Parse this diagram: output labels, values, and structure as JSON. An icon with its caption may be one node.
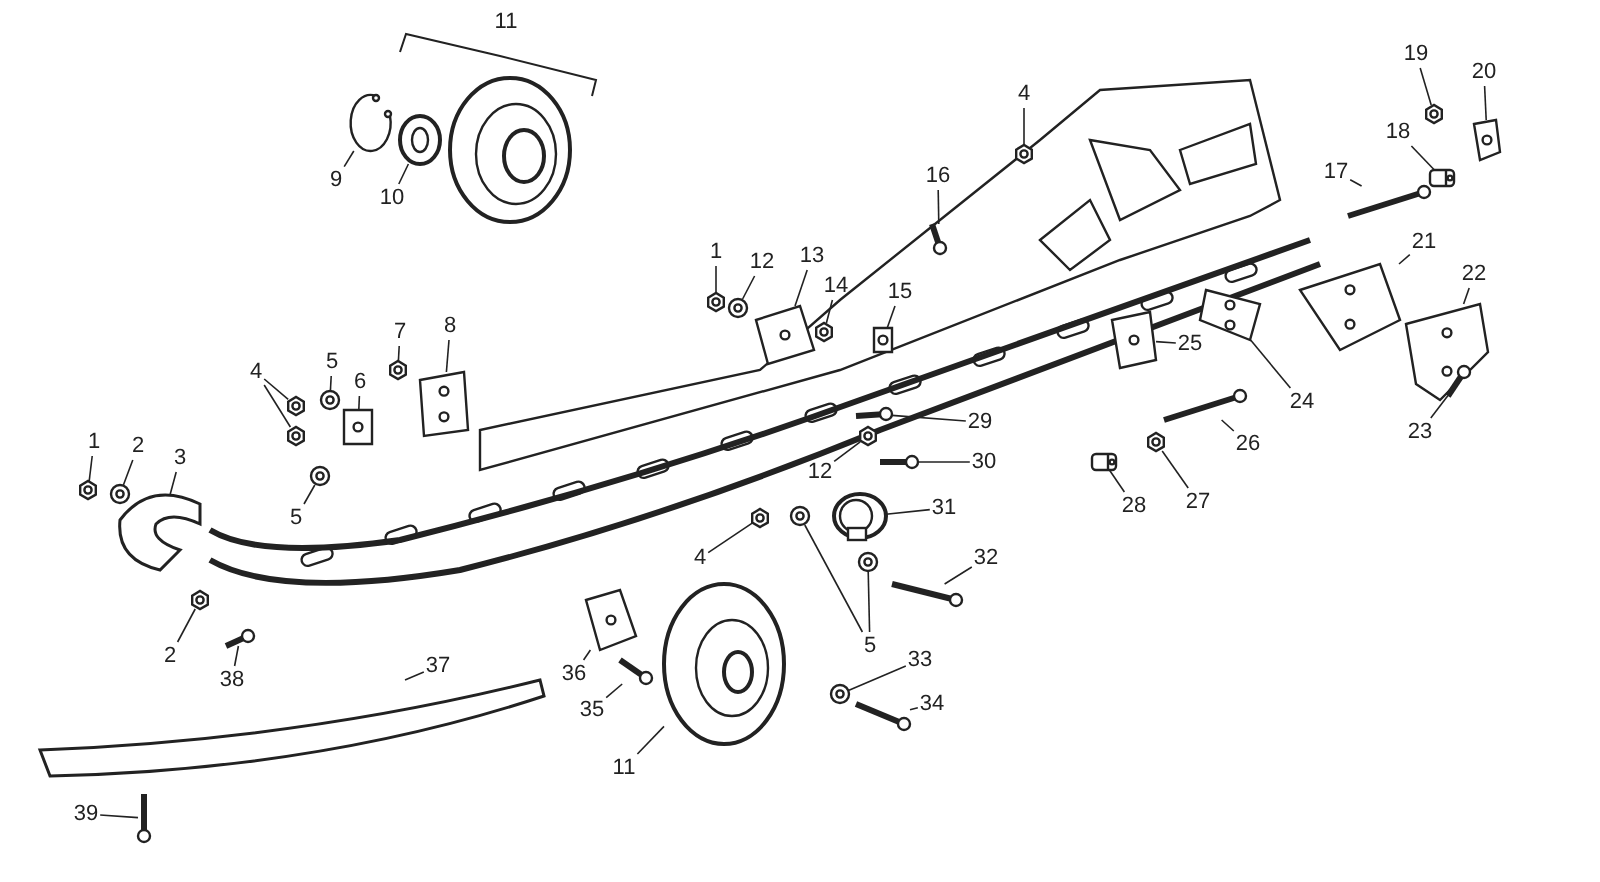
{
  "diagram": {
    "nodes": [
      {
        "text": [
          "9"
        ]
      },
      {
        "text": [
          "10"
        ]
      },
      {
        "text": [
          "19"
        ]
      },
      {
        "text": [
          "20"
        ]
      },
      {
        "text": [
          "18"
        ]
      },
      {
        "text": [
          "17"
        ]
      },
      {
        "text": [
          "4"
        ]
      },
      {
        "text": [
          "16"
        ]
      },
      {
        "text": [
          "1"
        ]
      },
      {
        "text": [
          "12"
        ]
      },
      {
        "text": [
          "13"
        ]
      },
      {
        "text": [
          "14"
        ]
      },
      {
        "text": [
          "15"
        ]
      },
      {
        "text": [
          "7"
        ]
      },
      {
        "text": [
          "4"
        ]
      },
      {
        "text": [
          "5"
        ]
      },
      {
        "text": [
          "6"
        ]
      },
      {
        "text": [
          "8"
        ]
      },
      {
        "text": [
          "1"
        ]
      },
      {
        "text": [
          "2"
        ]
      },
      {
        "text": [
          "3"
        ]
      },
      {
        "text": [
          "21"
        ]
      },
      {
        "text": [
          "22"
        ]
      },
      {
        "text": [
          "25"
        ]
      },
      {
        "text": [
          "5"
        ]
      },
      {
        "text": [
          "24"
        ]
      },
      {
        "text": [
          "23"
        ]
      },
      {
        "text": [
          "29"
        ]
      },
      {
        "text": [
          "30"
        ]
      },
      {
        "text": [
          "26"
        ]
      },
      {
        "text": [
          "12"
        ]
      },
      {
        "text": [
          "31"
        ]
      },
      {
        "text": [
          "28"
        ]
      },
      {
        "text": [
          "27"
        ]
      },
      {
        "text": [
          "4"
        ]
      },
      {
        "text": [
          "32"
        ]
      },
      {
        "text": [
          "5"
        ]
      },
      {
        "text": [
          "36"
        ]
      },
      {
        "text": [
          "35"
        ]
      },
      {
        "text": [
          "33"
        ]
      },
      {
        "text": [
          "11"
        ]
      },
      {
        "text": [
          "34"
        ]
      },
      {
        "text": [
          "2"
        ]
      },
      {
        "text": [
          "38"
        ]
      },
      {
        "text": [
          "37"
        ]
      },
      {
        "text": [
          "39"
        ]
      },
      {
        "text": [],
        "shape": "picture"
      },
      {
        "text": [],
        "shape": "picture"
      },
      {
        "text": [],
        "shape": "picture"
      },
      {
        "text": [],
        "shape": "picture"
      },
      {
        "text": [],
        "shape": "picture"
      },
      {
        "text": [],
        "shape": "picture"
      },
      {
        "text": [],
        "shape": "picture"
      },
      {
        "text": [],
        "shape": "picture"
      },
      {
        "text": [],
        "shape": "picture"
      },
      {
        "text": [],
        "shape": "picture"
      },
      {
        "text": [],
        "shape": "picture"
      },
      {
        "text": [],
        "shape": "picture"
      },
      {
        "text": [],
        "shape": "picture"
      },
      {
        "text": [],
        "shape": "picture"
      },
      {
        "text": [],
        "shape": "picture"
      },
      {
        "text": [],
        "shape": "picture"
      },
      {
        "text": [],
        "shape": "picture"
      },
      {
        "text": [],
        "shape": "picture"
      },
      {
        "text": [],
        "shape": "picture"
      },
      {
        "text": [],
        "shape": "picture"
      },
      {
        "text": [],
        "shape": "picture"
      },
      {
        "text": [],
        "shape": "picture"
      },
      {
        "text": [],
        "shape": "picture"
      },
      {
        "text": [],
        "shape": "picture"
      },
      {
        "text": [],
        "shape": "picture"
      },
      {
        "text": [],
        "shape": "picture"
      },
      {
        "text": [],
        "shape": "picture"
      },
      {
        "text": [],
        "shape": "picture"
      },
      {
        "text": [],
        "shape": "picture"
      },
      {
        "text": [],
        "shape": "picture"
      },
      {
        "text": [],
        "shape": "picture"
      },
      {
        "text": [],
        "shape": "picture"
      },
      {
        "text": [],
        "shape": "picture"
      },
      {
        "text": [],
        "shape": "picture"
      },
      {
        "text": [],
        "shape": "picture"
      },
      {
        "text": [],
        "shape": "picture"
      },
      {
        "text": [],
        "shape": "picture"
      },
      {
        "text": [],
        "shape": "picture"
      },
      {
        "text": [],
        "shape": "picture"
      },
      {
        "text": [],
        "shape": "picture"
      },
      {
        "text": [],
        "shape": "picture"
      },
      {
        "text": [],
        "shape": "picture"
      },
      {
        "text": [],
        "shape": "picture"
      },
      {
        "text": [],
        "shape": "picture"
      },
      {
        "text": [],
        "shape": "picture"
      },
      {
        "text": [],
        "shape": "picture"
      },
      {
        "text": [],
        "shape": "picture"
      },
      {
        "text": [],
        "shape": "picture"
      }
    ],
    "edges": [
      {
        "from": 0,
        "to": 46,
        "arrow": "none"
      },
      {
        "from": 1,
        "to": 47,
        "arrow": "none"
      },
      {
        "from": 2,
        "to": 48,
        "arrow": "none"
      },
      {
        "from": 3,
        "to": 49,
        "arrow": "none"
      },
      {
        "from": 4,
        "to": 50,
        "arrow": "none"
      },
      {
        "from": 5,
        "to": 51,
        "arrow": "none"
      },
      {
        "from": 6,
        "to": 52,
        "arrow": "none"
      },
      {
        "from": 7,
        "to": 53,
        "arrow": "none"
      },
      {
        "from": 8,
        "to": 54,
        "arrow": "none"
      },
      {
        "from": 9,
        "to": 55,
        "arrow": "none"
      },
      {
        "from": 10,
        "to": 56,
        "arrow": "none"
      },
      {
        "from": 11,
        "to": 57,
        "arrow": "none"
      },
      {
        "from": 12,
        "to": 58,
        "arrow": "none"
      },
      {
        "from": 13,
        "to": 59,
        "arrow": "none"
      },
      {
        "from": 14,
        "to": 60,
        "arrow": "none"
      },
      {
        "from": 14,
        "to": 61,
        "arrow": "none"
      },
      {
        "from": 15,
        "to": 62,
        "arrow": "none"
      },
      {
        "from": 16,
        "to": 63,
        "arrow": "none"
      },
      {
        "from": 17,
        "to": 64,
        "arrow": "none"
      },
      {
        "from": 18,
        "to": 65,
        "arrow": "none"
      },
      {
        "from": 19,
        "to": 66,
        "arrow": "none"
      },
      {
        "from": 20,
        "to": 67,
        "arrow": "none"
      },
      {
        "from": 21,
        "to": 68,
        "arrow": "none"
      },
      {
        "from": 22,
        "to": 69,
        "arrow": "none"
      },
      {
        "from": 23,
        "to": 70,
        "arrow": "none"
      },
      {
        "from": 24,
        "to": 71,
        "arrow": "none"
      },
      {
        "from": 25,
        "to": 72,
        "arrow": "none"
      },
      {
        "from": 26,
        "to": 73,
        "arrow": "none"
      },
      {
        "from": 27,
        "to": 74,
        "arrow": "none"
      },
      {
        "from": 28,
        "to": 75,
        "arrow": "none"
      },
      {
        "from": 29,
        "to": 76,
        "arrow": "none"
      },
      {
        "from": 30,
        "to": 77,
        "arrow": "none"
      },
      {
        "from": 31,
        "to": 78,
        "arrow": "none"
      },
      {
        "from": 32,
        "to": 79,
        "arrow": "none"
      },
      {
        "from": 33,
        "to": 80,
        "arrow": "none"
      },
      {
        "from": 34,
        "to": 81,
        "arrow": "none"
      },
      {
        "from": 35,
        "to": 82,
        "arrow": "none"
      },
      {
        "from": 36,
        "to": 83,
        "arrow": "none"
      },
      {
        "from": 36,
        "to": 84,
        "arrow": "none"
      },
      {
        "from": 37,
        "to": 85,
        "arrow": "none"
      },
      {
        "from": 38,
        "to": 86,
        "arrow": "none"
      },
      {
        "from": 39,
        "to": 87,
        "arrow": "none"
      },
      {
        "from": 40,
        "to": 88,
        "arrow": "none"
      },
      {
        "from": 41,
        "to": 89,
        "arrow": "none"
      },
      {
        "from": 42,
        "to": 90,
        "arrow": "none"
      },
      {
        "from": 43,
        "to": 91,
        "arrow": "none"
      },
      {
        "from": 44,
        "to": 92,
        "arrow": "none"
      },
      {
        "from": 45,
        "to": 93,
        "arrow": "none"
      }
    ],
    "labels": [
      "11"
    ]
  }
}
